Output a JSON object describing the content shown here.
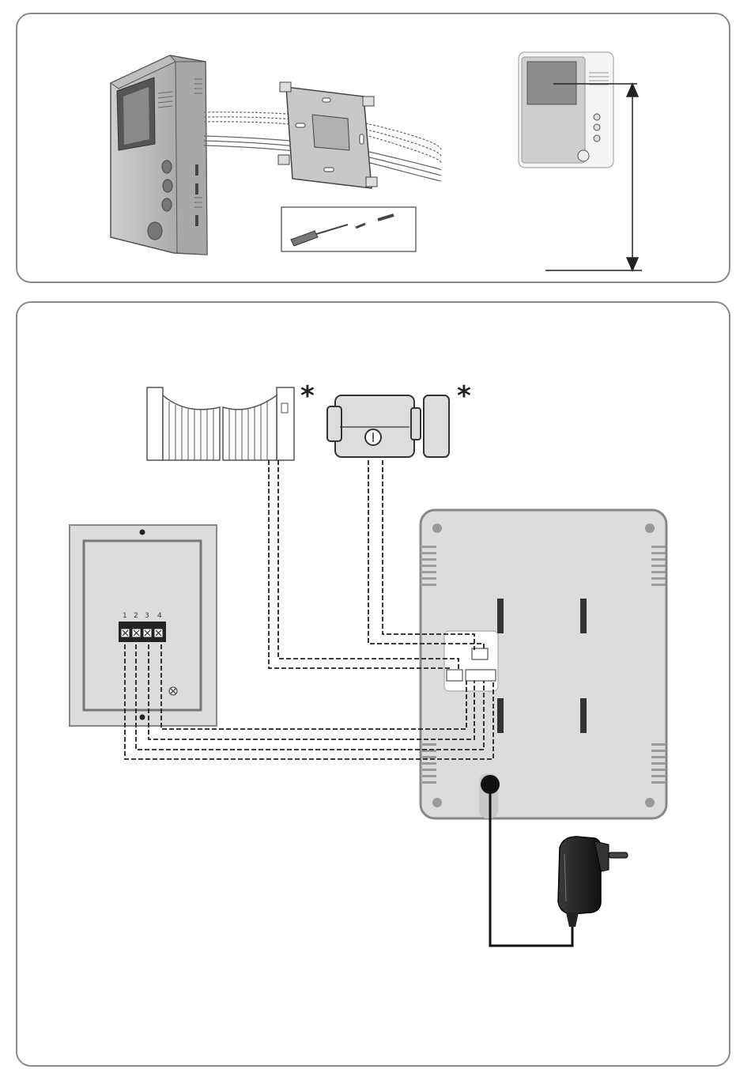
{
  "terminals": {
    "t1": "1",
    "t2": "2",
    "t3": "3",
    "t4": "4"
  },
  "annotations": {
    "gate_marker": "*",
    "lock_marker": "*"
  },
  "icons": {
    "monitor": "indoor-monitor-icon",
    "bracket": "wall-bracket-icon",
    "tools": "screwdriver-screws-icon",
    "gate": "gate-icon",
    "lock": "electric-lock-icon",
    "door_panel": "outdoor-panel-icon",
    "monitor_back": "monitor-rear-icon",
    "adapter": "power-adapter-icon"
  },
  "colors": {
    "panel_border": "#777777",
    "device_fill": "#d9d9d9",
    "line": "#333333"
  }
}
